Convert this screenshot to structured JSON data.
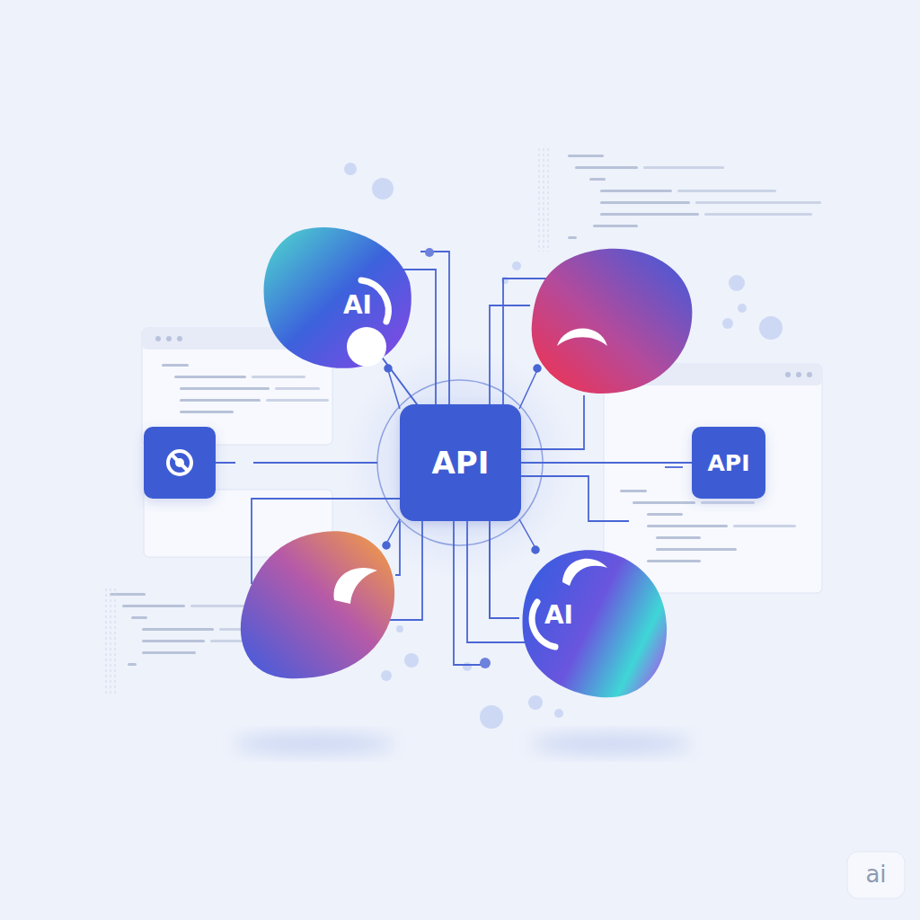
{
  "diagram": {
    "nodes": [
      {
        "text": [
          "AI"
        ]
      },
      {
        "text": [
          "API"
        ]
      },
      {
        "text": [
          "API"
        ]
      },
      {
        "text": [
          "AI"
        ]
      }
    ],
    "edges": [
      {
        "from": 1,
        "to": 0,
        "arrow": "none"
      },
      {
        "from": 1,
        "to": 2,
        "arrow": "none"
      },
      {
        "from": 1,
        "to": 3,
        "arrow": "none"
      }
    ],
    "labels": [
      "ai"
    ]
  }
}
